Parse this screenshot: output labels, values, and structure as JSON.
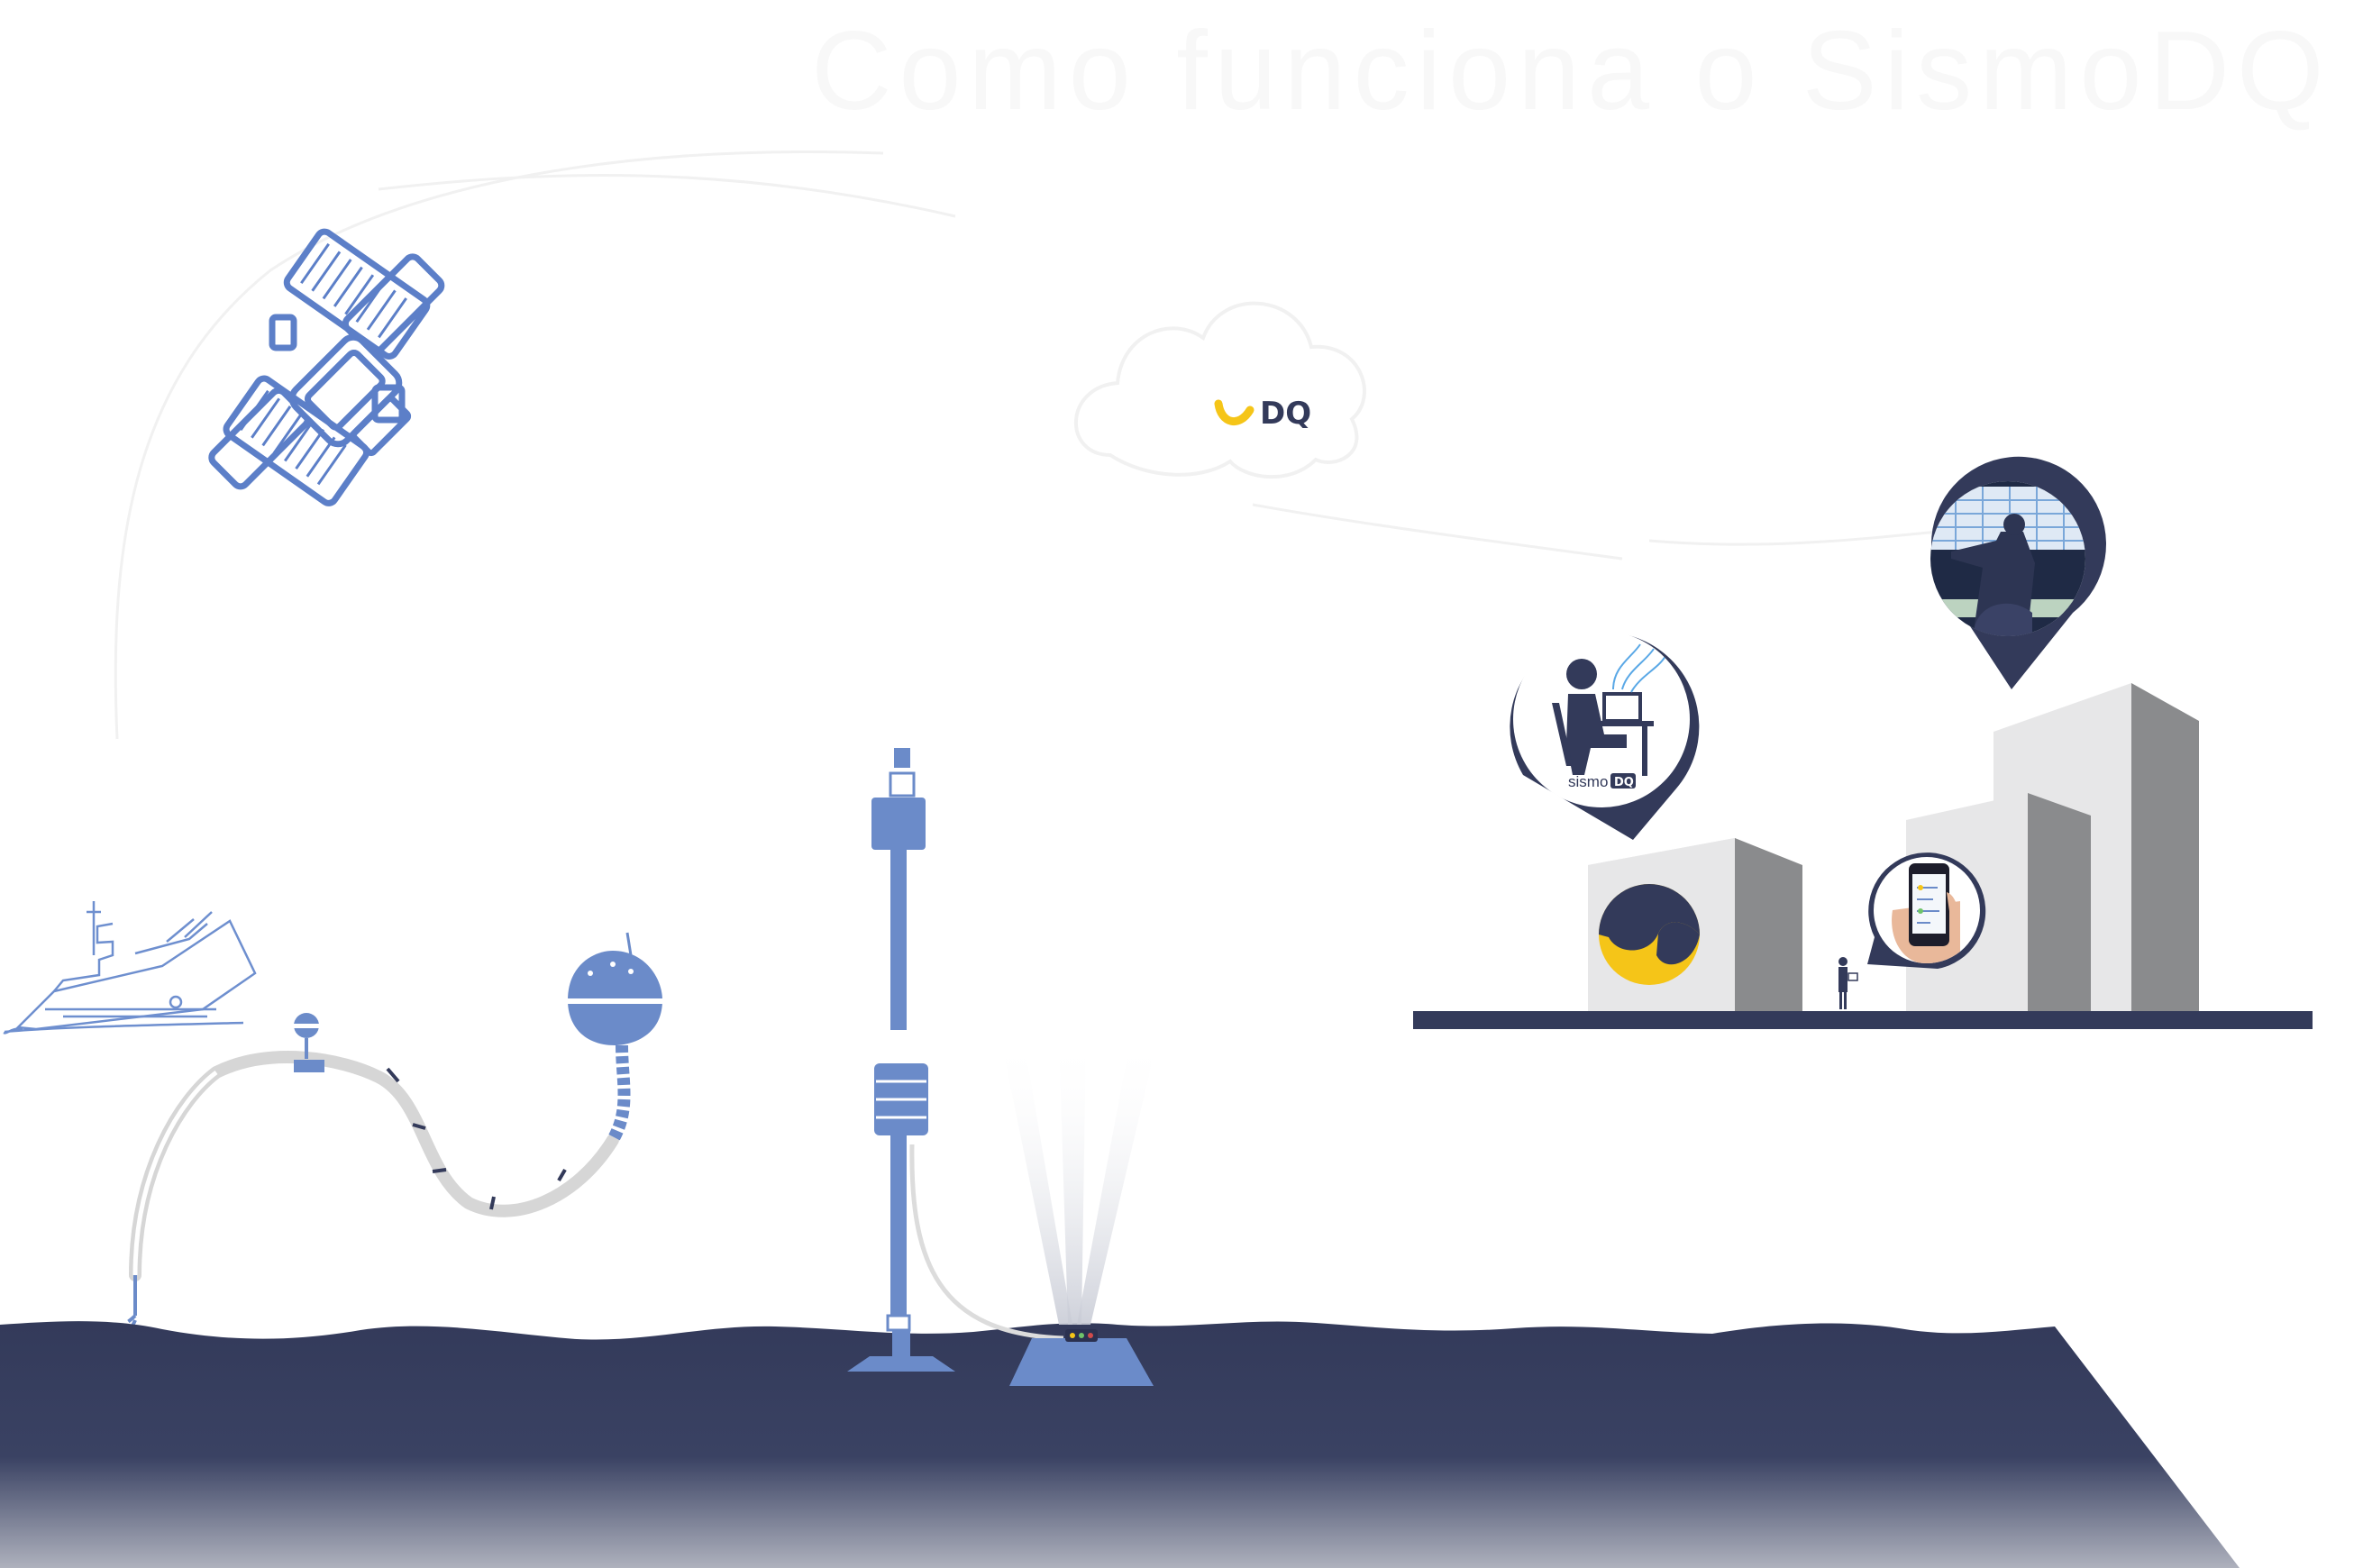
{
  "title": "Como funciona o SismoDQ",
  "cloud": {
    "label": "DQ"
  },
  "pins": {
    "operator": {
      "brand": "sismo",
      "brand_badge": "DQ"
    }
  },
  "colors": {
    "navy": "#333a5a",
    "buoy_blue": "#6b8bc9",
    "sketch_blue": "#5c7fc8",
    "yellow": "#f5c518",
    "building_light": "#e7e7e8",
    "building_dark": "#8a8b8d",
    "title_ghost": "#f6f6f6"
  },
  "icons": [
    "satellite-icon",
    "cloud-icon",
    "ship-icon",
    "seismometer-sphere-icon",
    "mooring-buoy-icon",
    "seafloor-sensor-icon",
    "operator-pin-icon",
    "control-room-pin-icon",
    "smartphone-pin-icon",
    "sismodq-logo-icon",
    "person-icon"
  ]
}
